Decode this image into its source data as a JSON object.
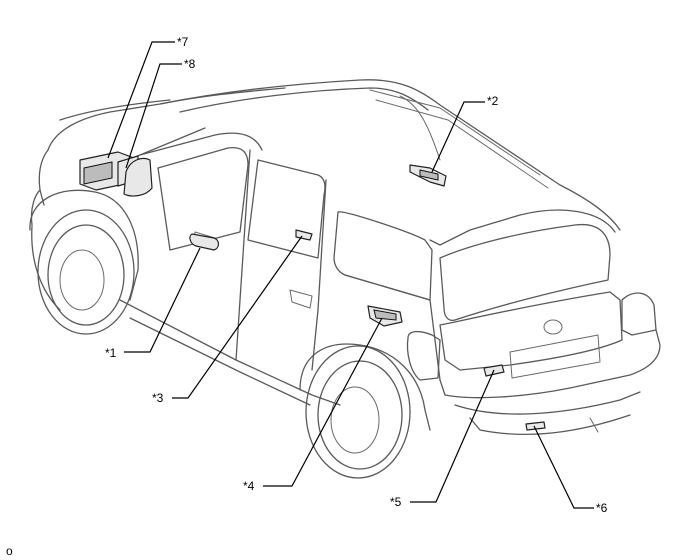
{
  "callouts": {
    "c1": "*1",
    "c2": "*2",
    "c3": "*3",
    "c4": "*4",
    "c5": "*5",
    "c6": "*6",
    "c7": "*7",
    "c8": "*8"
  },
  "footer_code": "o"
}
